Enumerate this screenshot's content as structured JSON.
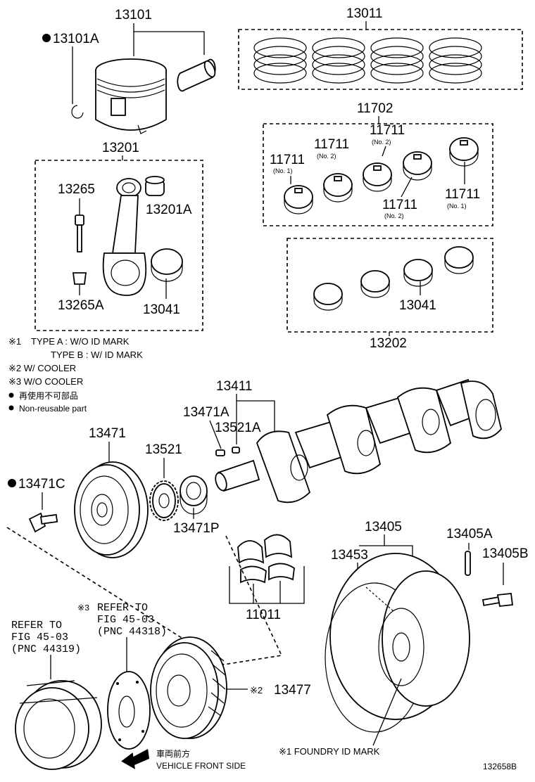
{
  "labels": {
    "p13101": "13101",
    "p13101A": "13101A",
    "p13011": "13011",
    "p11702": "11702",
    "p11711_no1a": "11711",
    "p11711_no2a": "11711",
    "p11711_no2b": "11711",
    "p11711_no2c": "11711",
    "p11711_no1b": "11711",
    "p13201": "13201",
    "p13265": "13265",
    "p13201A": "13201A",
    "p13265A": "13265A",
    "p13041a": "13041",
    "p13041b": "13041",
    "p13202": "13202",
    "p13411": "13411",
    "p13471A": "13471A",
    "p13521A": "13521A",
    "p13471": "13471",
    "p13521": "13521",
    "p13471C": "13471C",
    "p13471P": "13471P",
    "p13405": "13405",
    "p13453": "13453",
    "p13405A": "13405A",
    "p13405B": "13405B",
    "p11011": "11011",
    "p13477": "13477"
  },
  "sublabels": {
    "no1_left": "(No. 1)",
    "no2_a": "(No. 2)",
    "no2_b": "(No. 2)",
    "no2_c": "(No. 2)",
    "no1_right": "(No. 1)"
  },
  "notes": {
    "n1_mark": "※1",
    "n1_line1": "TYPE A : W/O ID MARK",
    "n1_line2": "TYPE B : W/ ID MARK",
    "n2": "※2 W/ COOLER",
    "n3": "※3 W/O COOLER",
    "dot_jp": "再使用不可部品",
    "dot_en": "Non-reusable part"
  },
  "refs": {
    "ref3_mark": "※3",
    "ref3_line1": "REFER TO",
    "ref3_line2": "FIG 45-03",
    "ref3_line3": "(PNC 44318)",
    "refL_line1": "REFER TO",
    "refL_line2": "FIG 45-03",
    "refL_line3": "(PNC 44319)",
    "mark2": "※2",
    "foundry": "※1 FOUNDRY ID MARK",
    "front_jp": "車両前方",
    "front_en": "VEHICLE FRONT SIDE",
    "fig_id": "132658B"
  },
  "icons": {
    "non_reusable": "filled-circle-icon",
    "front_arrow": "arrow-left-icon"
  }
}
